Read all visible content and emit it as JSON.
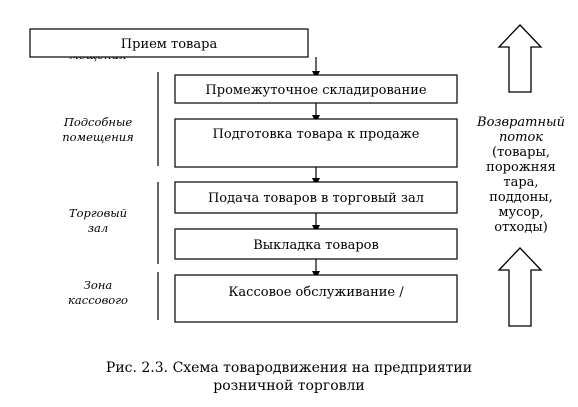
{
  "boxes": {
    "receiving": "Прием товара",
    "intermediate_storage": "Промежуточное складирование",
    "preparation": "Подготовка товара к продаже",
    "supply_to_hall": "Подача товаров в торговый зал",
    "display": "Выкладка товаров",
    "checkout": "Кассовое обслуживание /"
  },
  "zones": {
    "partial_hidden": "мещения",
    "utility_line1": "Подсобные",
    "utility_line2": "помещения",
    "trade_line1": "Торговый",
    "trade_line2": "зал",
    "checkout_line1": "Зона",
    "checkout_line2": "кассового"
  },
  "return_flow": {
    "title_line1": "Возвратный",
    "title_line2": "поток",
    "items_line1": "(товары,",
    "items_line2": "порожняя",
    "items_line3": "тара,",
    "items_line4": "поддоны,",
    "items_line5": "мусор,",
    "items_line6": "отходы)"
  },
  "caption": {
    "line1": "Рис. 2.3. Схема товародвижения на предприятии",
    "line2": "розничной торговли"
  }
}
